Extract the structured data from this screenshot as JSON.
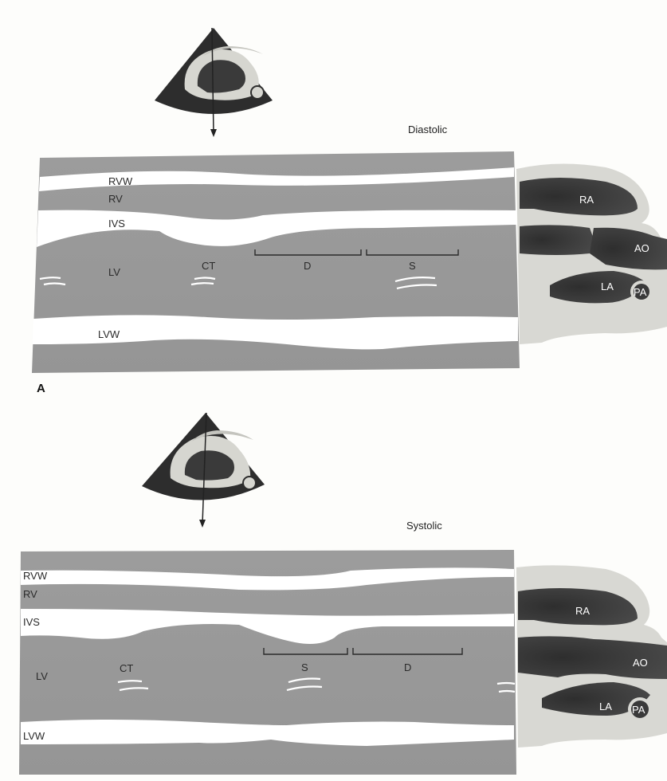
{
  "panel_a": {
    "panel_label": "A",
    "state_label": "Diastolic",
    "layer_labels": {
      "rvw": "RVW",
      "rv": "RV",
      "ivs": "IVS",
      "lv": "LV",
      "lvw": "LVW"
    },
    "ct_label": "CT",
    "interval_1": "D",
    "interval_2": "S",
    "chamber_labels": {
      "ra": "RA",
      "ao": "AO",
      "la": "LA",
      "pa": "PA"
    }
  },
  "panel_b": {
    "state_label": "Systolic",
    "layer_labels": {
      "rvw": "RVW",
      "rv": "RV",
      "ivs": "IVS",
      "lv": "LV",
      "lvw": "LVW"
    },
    "ct_label": "CT",
    "interval_1": "S",
    "interval_2": "D",
    "chamber_labels": {
      "ra": "RA",
      "ao": "AO",
      "la": "LA",
      "pa": "PA"
    }
  },
  "colors": {
    "tissue": "#9a9a9a",
    "chamber_dark": "#3a3a3a",
    "wall_light": "#d8d8d3",
    "background": "#fdfdfb"
  }
}
